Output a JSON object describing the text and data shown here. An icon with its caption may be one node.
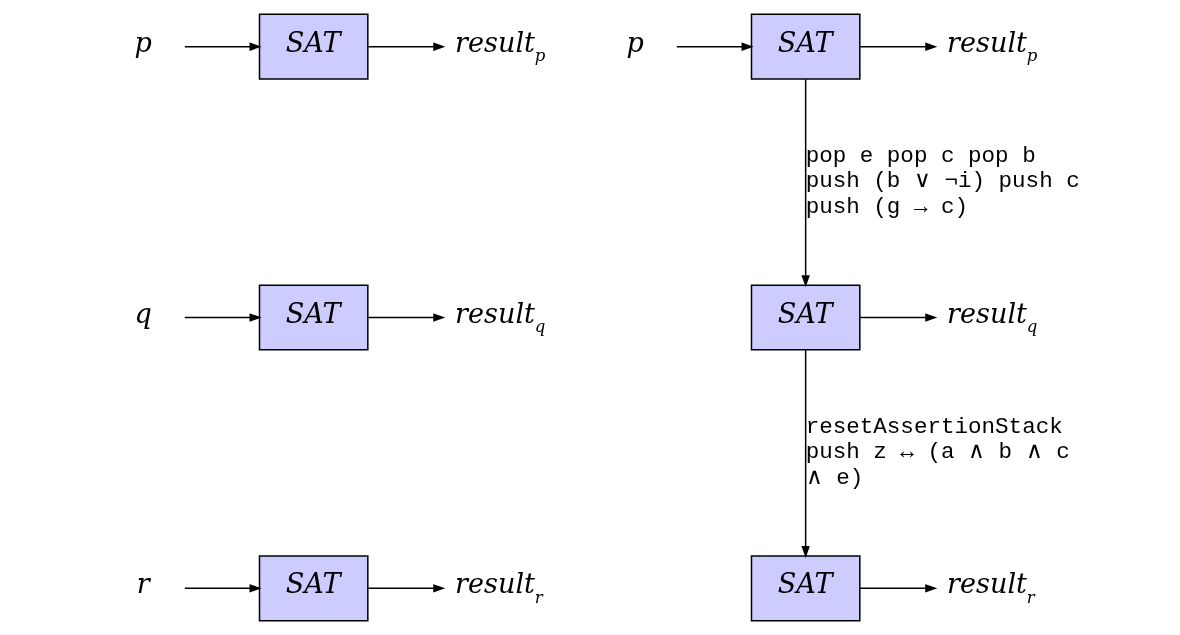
{
  "diagram": {
    "nodes": [
      {
        "text": [
          "p"
        ]
      },
      {
        "text": [
          "SAT"
        ]
      },
      {
        "text": [
          "result$_{p}$"
        ]
      },
      {
        "text": [
          "q"
        ]
      },
      {
        "text": [
          "SAT"
        ]
      },
      {
        "text": [
          "result$_{q}$"
        ]
      },
      {
        "text": [
          "r"
        ]
      },
      {
        "text": [
          "SAT"
        ]
      },
      {
        "text": [
          "result$_{r}$"
        ]
      },
      {
        "text": [
          "p"
        ]
      },
      {
        "text": [
          "SAT"
        ]
      },
      {
        "text": [
          "result$_{p}$"
        ]
      },
      {
        "text": [
          "SAT"
        ]
      },
      {
        "text": [
          "result$_{q}$"
        ]
      },
      {
        "text": [
          "SAT"
        ]
      },
      {
        "text": [
          "result$_{r}$"
        ]
      }
    ],
    "edges": [
      {
        "from": 0,
        "to": 1,
        "arrow": "to"
      },
      {
        "from": 1,
        "to": 2,
        "arrow": "to"
      },
      {
        "from": 3,
        "to": 4,
        "arrow": "to"
      },
      {
        "from": 4,
        "to": 5,
        "arrow": "to"
      },
      {
        "from": 6,
        "to": 7,
        "arrow": "to"
      },
      {
        "from": 7,
        "to": 8,
        "arrow": "to"
      },
      {
        "from": 9,
        "to": 10,
        "arrow": "to"
      },
      {
        "from": 10,
        "to": 11,
        "arrow": "to"
      },
      {
        "from": 10,
        "to": 12,
        "arrow": "to",
        "label": "pop e pop c pop b push (b ∨ ¬i) push c push (g → c)"
      },
      {
        "from": 12,
        "to": 13,
        "arrow": "to"
      },
      {
        "from": 12,
        "to": 14,
        "arrow": "to",
        "label": "resetAssertionStack push z ↔ (a ∧ b ∧ c ∧ e)"
      },
      {
        "from": 14,
        "to": 15,
        "arrow": "to"
      }
    ]
  }
}
